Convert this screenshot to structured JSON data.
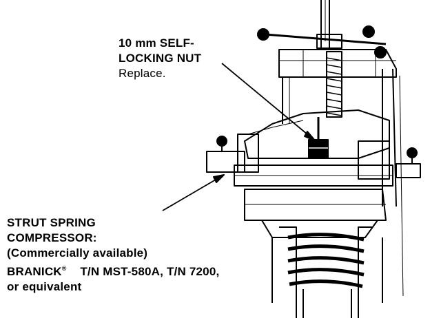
{
  "callouts": {
    "nut": {
      "line1": "10 mm SELF-",
      "line2": "LOCKING NUT",
      "line3": "Replace."
    },
    "compressor": {
      "line1": "STRUT SPRING",
      "line2": "COMPRESSOR:",
      "line3": "(Commercially available)",
      "line4_brand": "BRANICK",
      "line4_reg": "®",
      "line4_rest": "T/N MST-580A, T/N 7200,",
      "line5": "or equivalent"
    }
  },
  "colors": {
    "ink": "#000000",
    "paper": "#ffffff"
  }
}
